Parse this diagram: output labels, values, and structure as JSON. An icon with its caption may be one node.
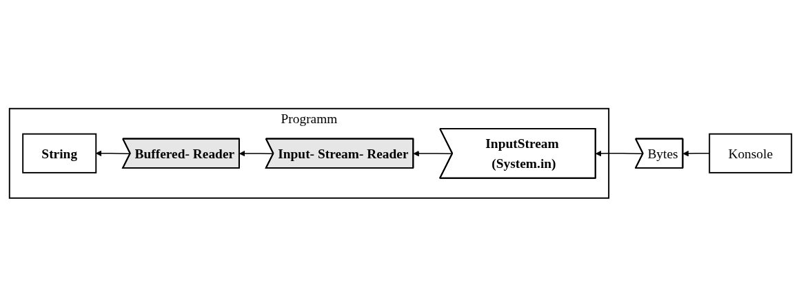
{
  "diagram": {
    "nodes": [
      {
        "text": [
          "Programm"
        ]
      },
      {
        "text": [
          "String"
        ],
        "in": 0
      },
      {
        "text": [
          "Buffered- Reader"
        ],
        "in": 0
      },
      {
        "text": [
          "Input- Stream- Reader"
        ],
        "in": 0
      },
      {
        "text": [
          "InputStream (System.in)"
        ],
        "in": 0
      },
      {
        "text": [
          "Bytes"
        ]
      },
      {
        "text": [
          "Konsole"
        ]
      }
    ],
    "edges": [
      {
        "from": 6,
        "to": 5,
        "arrow": "to"
      },
      {
        "from": 5,
        "to": 4,
        "arrow": "to"
      },
      {
        "from": 4,
        "to": 3,
        "arrow": "to"
      },
      {
        "from": 3,
        "to": 2,
        "arrow": "to"
      },
      {
        "from": 2,
        "to": 1,
        "arrow": "to"
      }
    ]
  }
}
